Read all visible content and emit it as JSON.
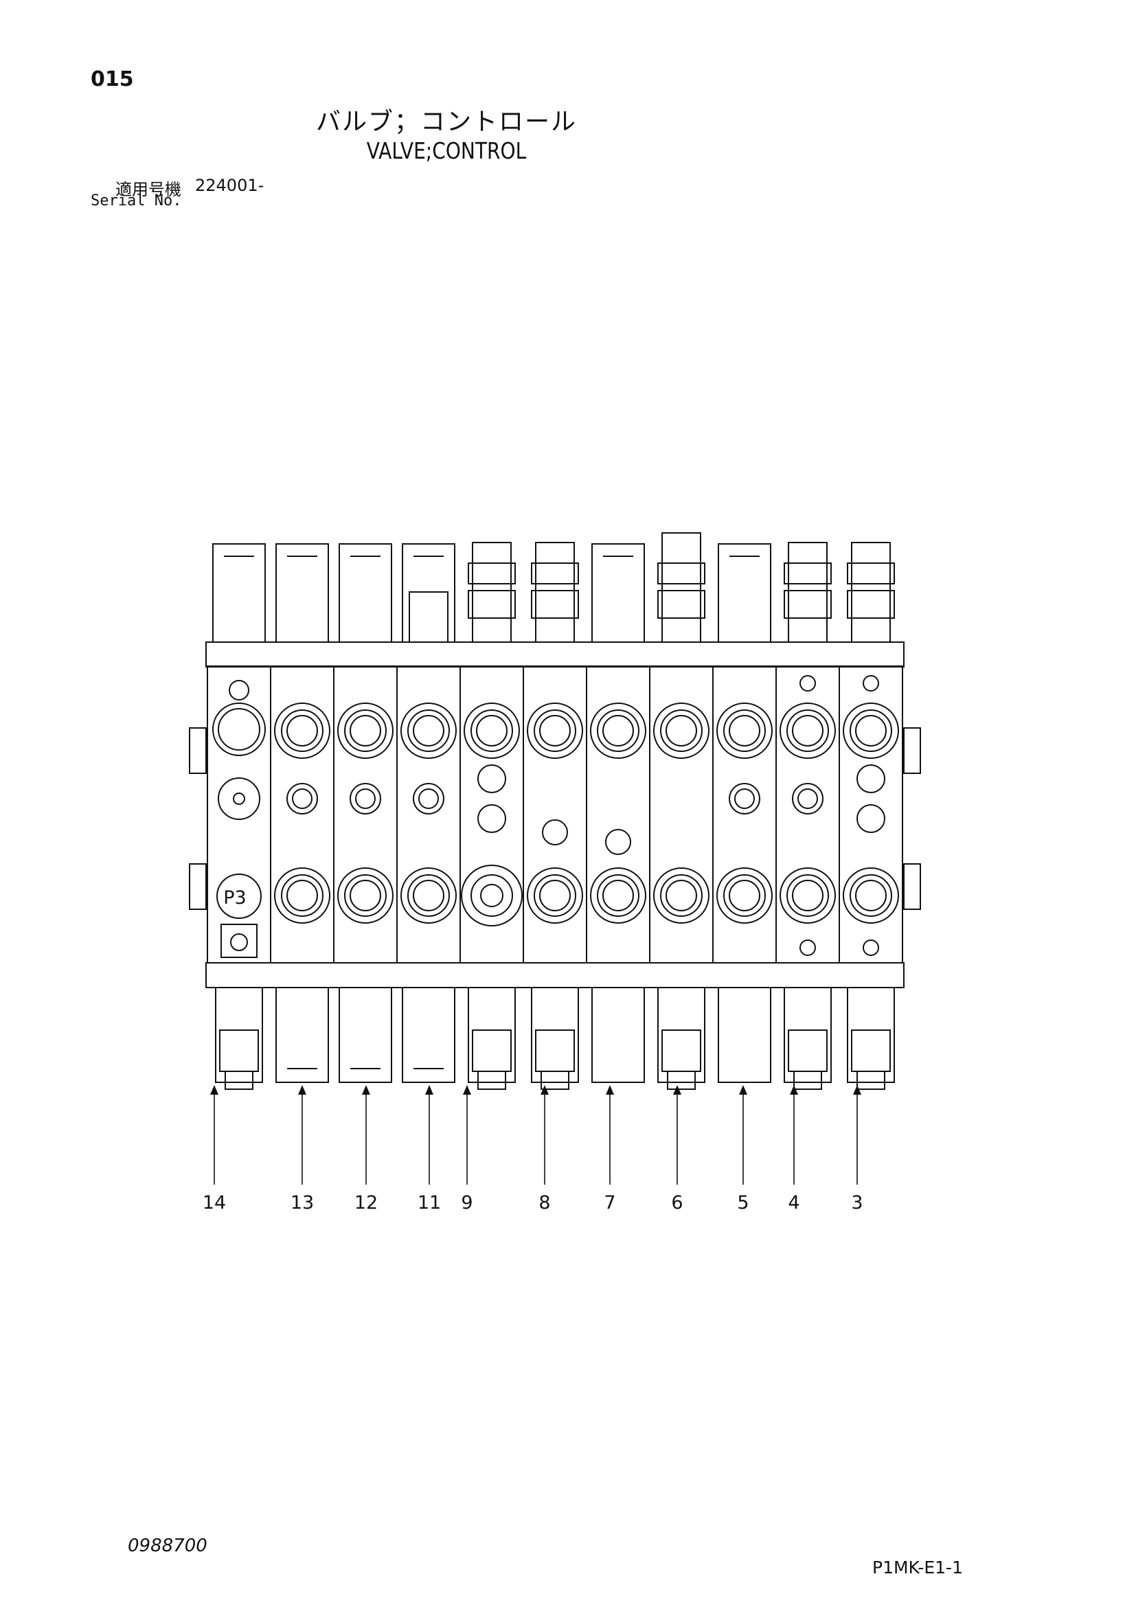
{
  "page_number": "015",
  "title_jp": "バルブ；コントロール",
  "title_en": "VALVE;CONTROL",
  "serial": {
    "label_jp": "適用号機",
    "value": "224001-",
    "label_en": "Serial No."
  },
  "diagram": {
    "port_label": "P3",
    "callouts": [
      "14",
      "13",
      "12",
      "11",
      "9",
      "8",
      "7",
      "6",
      "5",
      "4",
      "3"
    ]
  },
  "footer": {
    "drawing_number": "0988700",
    "page_code": "P1MK-E1-1"
  }
}
